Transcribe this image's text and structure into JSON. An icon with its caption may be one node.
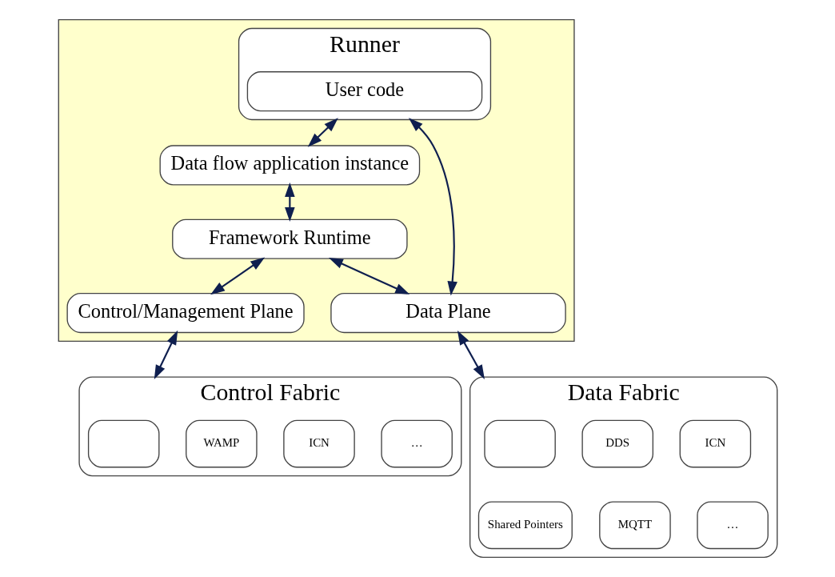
{
  "diagram": {
    "nodes": [
      {
        "text": [],
        "shape": "box"
      },
      {
        "text": [
          "Runner"
        ],
        "in": 0
      },
      {
        "text": [
          "User code"
        ],
        "in": 1
      },
      {
        "text": [
          "Data flow application instance"
        ],
        "in": 0
      },
      {
        "text": [
          "Framework Runtime"
        ],
        "in": 0
      },
      {
        "text": [
          "Control/Management Plane"
        ],
        "in": 0
      },
      {
        "text": [
          "Data Plane"
        ],
        "in": 0
      },
      {
        "text": [
          "Control Fabric"
        ]
      },
      {
        "text": [],
        "shape": "box",
        "in": 7
      },
      {
        "text": [
          "WAMP"
        ],
        "in": 7
      },
      {
        "text": [
          "ICN"
        ],
        "in": 7
      },
      {
        "text": [
          "…"
        ],
        "in": 7
      },
      {
        "text": [
          "Data Fabric"
        ]
      },
      {
        "text": [],
        "shape": "box",
        "in": 12
      },
      {
        "text": [
          "DDS"
        ],
        "in": 12
      },
      {
        "text": [
          "ICN"
        ],
        "in": 12
      },
      {
        "text": [
          "Shared Pointers"
        ],
        "in": 12
      },
      {
        "text": [
          "MQTT"
        ],
        "in": 12
      },
      {
        "text": [
          "…"
        ],
        "in": 12
      }
    ],
    "edges": [
      {
        "from": 1,
        "to": 3,
        "arrow": "both"
      },
      {
        "from": 3,
        "to": 4,
        "arrow": "both"
      },
      {
        "from": 4,
        "to": 5,
        "arrow": "both"
      },
      {
        "from": 4,
        "to": 6,
        "arrow": "both"
      },
      {
        "from": 1,
        "to": 6,
        "arrow": "both"
      },
      {
        "from": 5,
        "to": 7,
        "arrow": "both"
      },
      {
        "from": 6,
        "to": 12,
        "arrow": "both"
      }
    ]
  }
}
